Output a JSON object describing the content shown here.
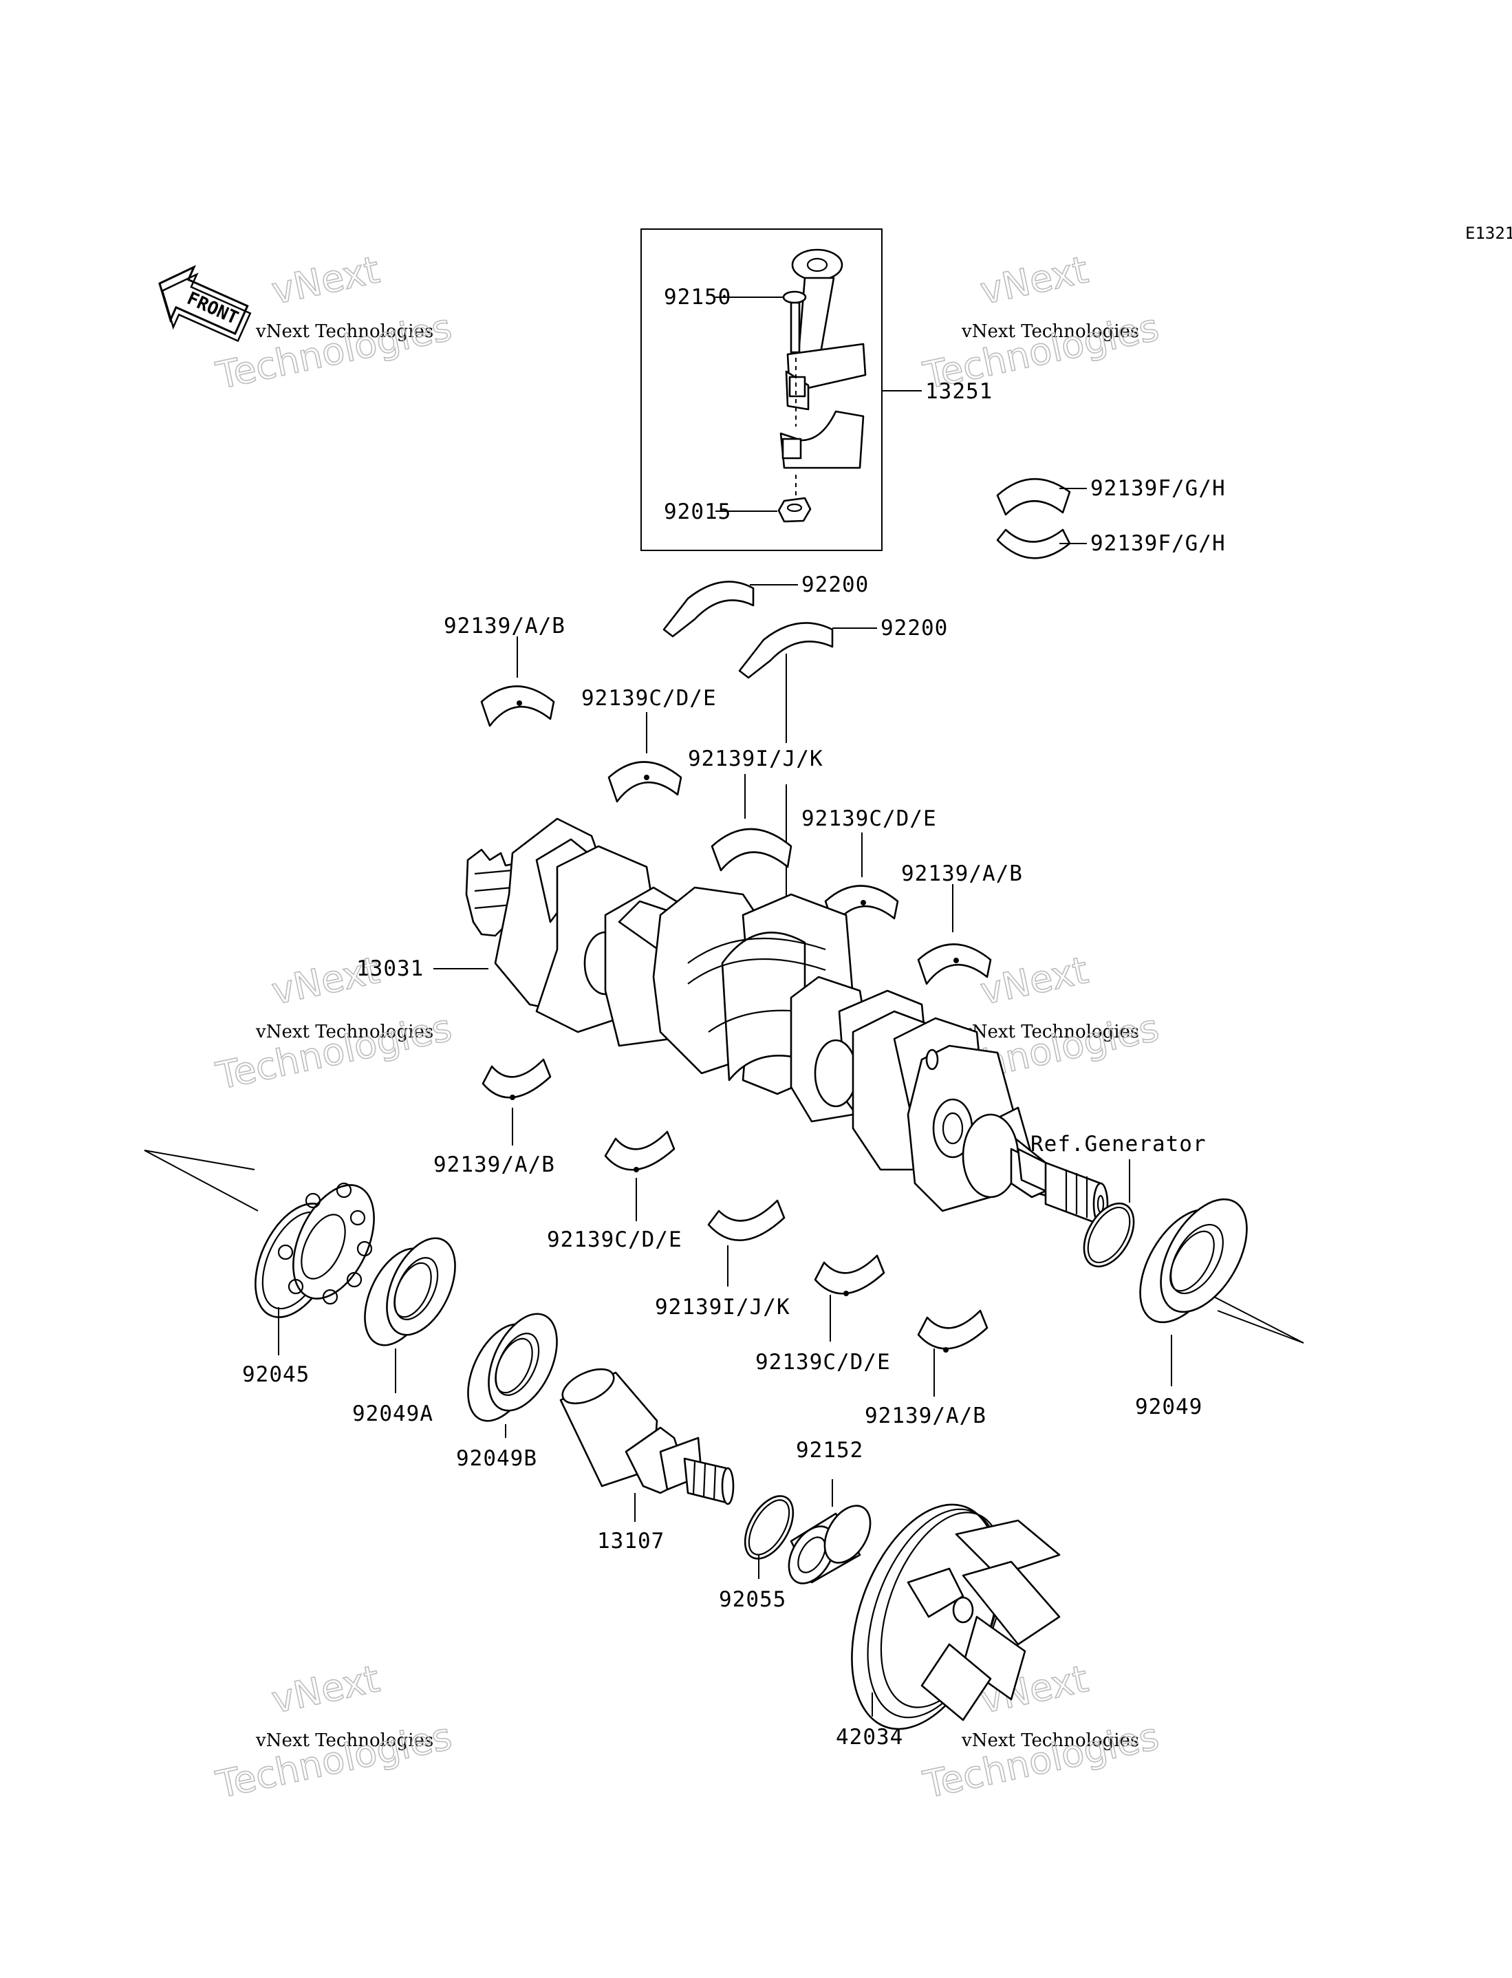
{
  "diagram_code": "E1321",
  "front_arrow_label": "FRONT",
  "watermark": {
    "line1": "vNext",
    "line2": "vNext Technologies",
    "line3": "Technologies"
  },
  "part_labels": {
    "p92150": "92150",
    "p13251": "13251",
    "p92015": "92015",
    "p92139fgh_a": "92139F/G/H",
    "p92139fgh_b": "92139F/G/H",
    "p92200_a": "92200",
    "p92200_b": "92200",
    "p92139ab_1": "92139/A/B",
    "p92139cde_1": "92139C/D/E",
    "p92139ijk_1": "92139I/J/K",
    "p92139cde_2": "92139C/D/E",
    "p92139ab_2": "92139/A/B",
    "p13031": "13031",
    "p92139ab_3": "92139/A/B",
    "p92139cde_3": "92139C/D/E",
    "p92139ijk_2": "92139I/J/K",
    "p92139cde_4": "92139C/D/E",
    "p92139ab_4": "92139/A/B",
    "ref_generator": "Ref.Generator",
    "p92045": "92045",
    "p92049a": "92049A",
    "p92049b": "92049B",
    "p13107": "13107",
    "p92152": "92152",
    "p92055": "92055",
    "p42034": "42034",
    "p92049": "92049"
  }
}
